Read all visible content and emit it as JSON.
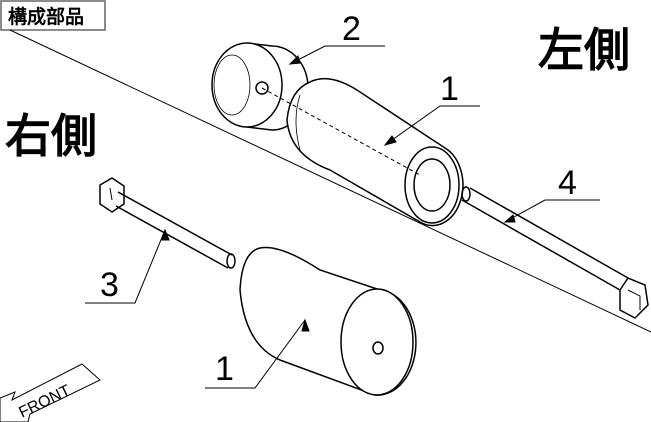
{
  "header_label": "構成部品",
  "side_left": "左側",
  "side_right": "右側",
  "front_label": "FRONT",
  "part_numbers": {
    "cap": "2",
    "slider_upper": "1",
    "collar": "4",
    "bolt": "3",
    "slider_lower": "1"
  },
  "colors": {
    "line": "#000000",
    "background": "#ffffff"
  }
}
